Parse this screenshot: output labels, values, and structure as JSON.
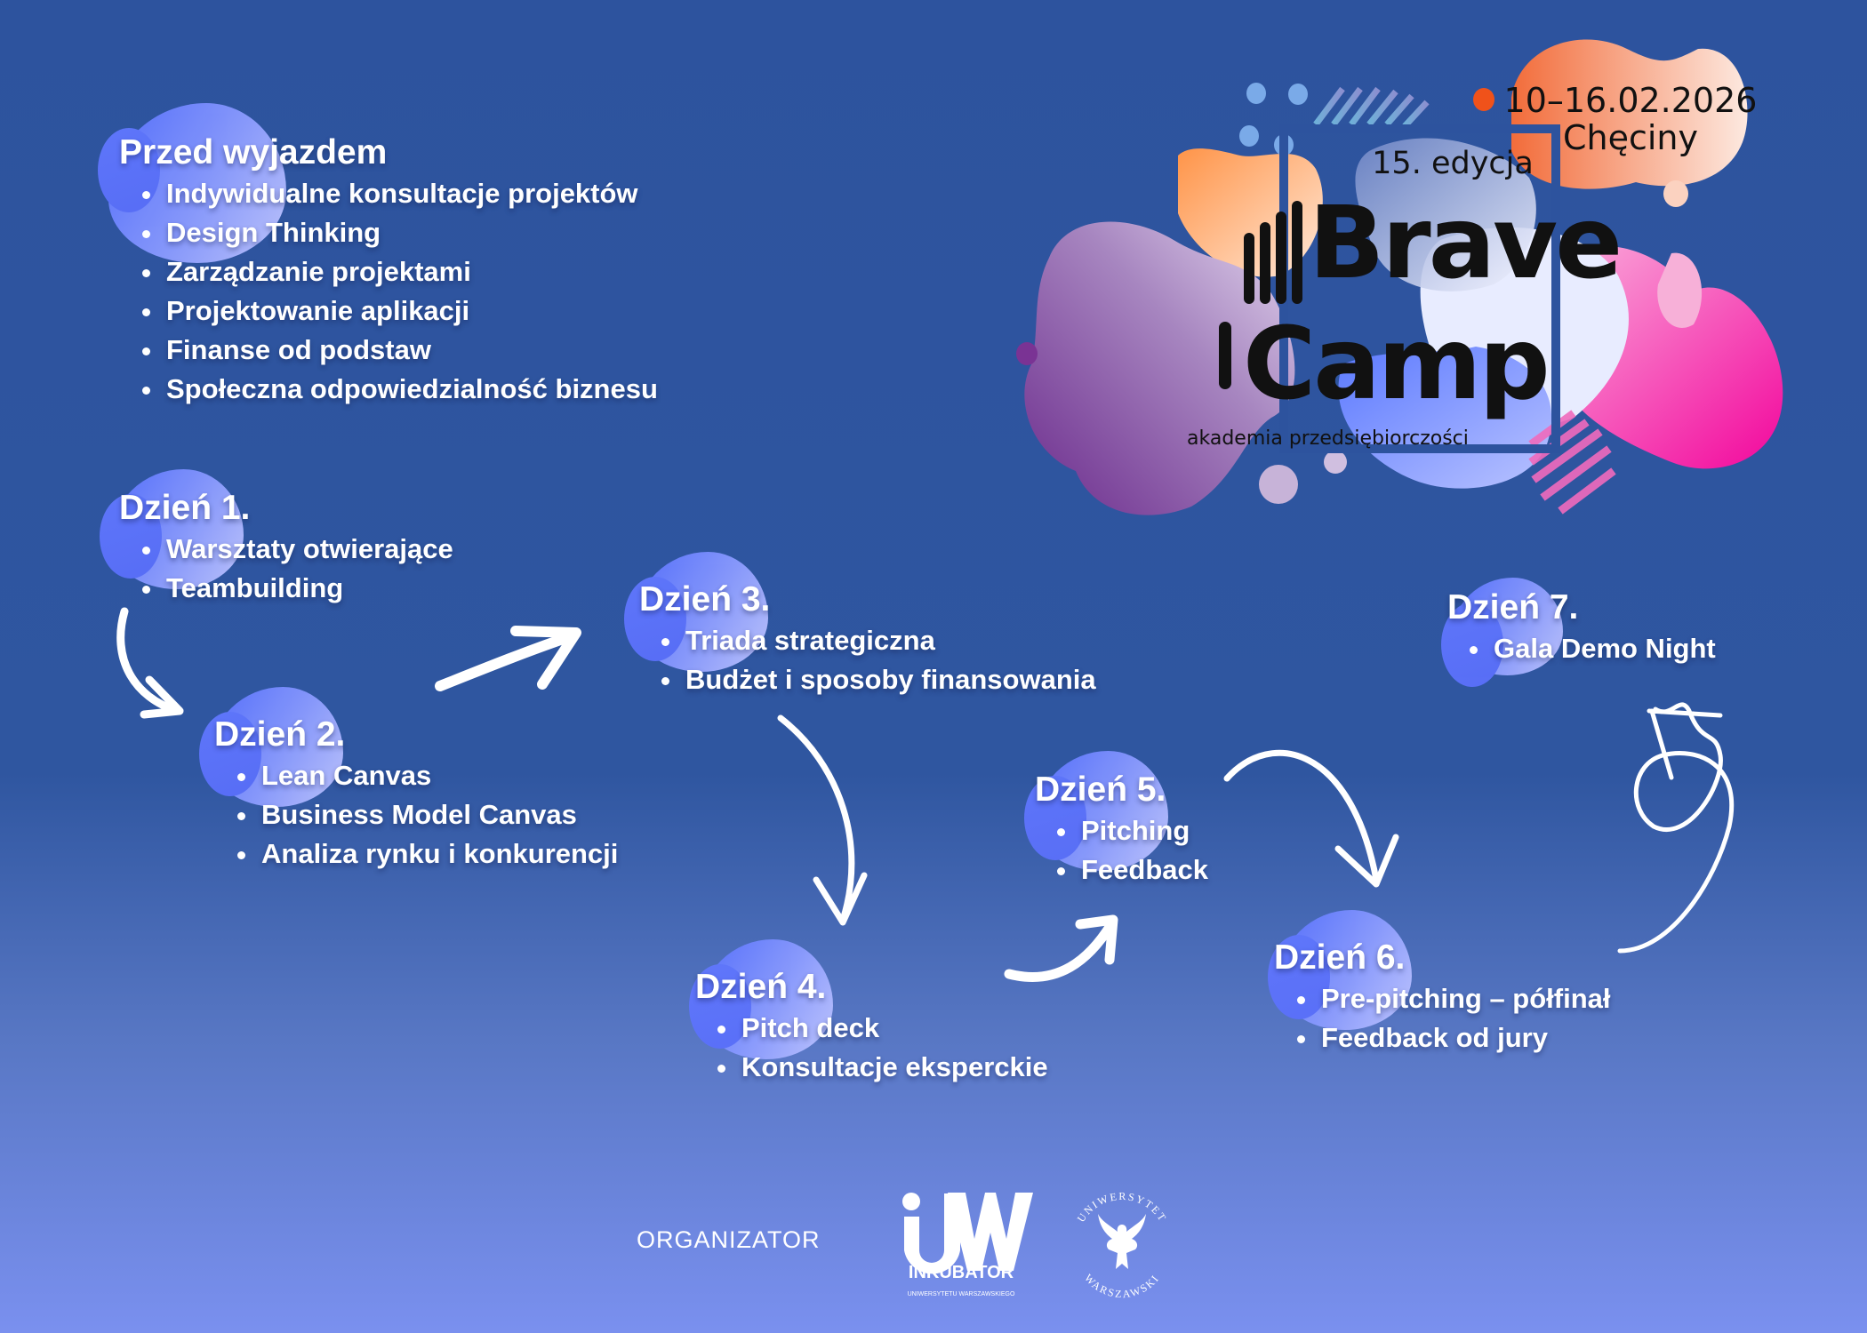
{
  "event": {
    "dates": "10–16.02.2026",
    "location": "Chęciny",
    "edition": "15. edycja",
    "logo_word1": "Brave",
    "logo_word2": "Camp",
    "tagline": "akademia przedsiębiorczości"
  },
  "schedule": [
    {
      "title": "Przed wyjazdem",
      "items": [
        "Indywidualne konsultacje projektów",
        "Design Thinking",
        "Zarządzanie projektami",
        "Projektowanie aplikacji",
        "Finanse od podstaw",
        "Społeczna odpowiedzialność biznesu"
      ]
    },
    {
      "title": "Dzień 1.",
      "items": [
        "Warsztaty otwierające",
        "Teambuilding"
      ]
    },
    {
      "title": "Dzień 2.",
      "items": [
        "Lean Canvas",
        "Business Model Canvas",
        "Analiza rynku i konkurencji"
      ]
    },
    {
      "title": "Dzień 3.",
      "items": [
        "Triada strategiczna",
        "Budżet i sposoby finansowania"
      ]
    },
    {
      "title": "Dzień 4.",
      "items": [
        "Pitch deck",
        "Konsultacje eksperckie"
      ]
    },
    {
      "title": "Dzień 5.",
      "items": [
        "Pitching",
        "Feedback"
      ]
    },
    {
      "title": "Dzień 6.",
      "items": [
        "Pre-pitching – półfinał",
        "Feedback od jury"
      ]
    },
    {
      "title": "Dzień 7.",
      "items": [
        "Gala Demo Night"
      ]
    }
  ],
  "footer": {
    "organizer_label": "ORGANIZATOR",
    "inkubator_logo": "iUW",
    "inkubator_name": "INKUBATOR",
    "inkubator_sub": "UNIWERSYTETU WARSZAWSKIEGO",
    "university_seal_top": "UNIWERSYTET",
    "university_seal_bottom": "WARSZAWSKI"
  },
  "colors": {
    "background_top": "#2d539e",
    "background_bottom": "#7a90ef",
    "accent_orange": "#f47a45",
    "accent_pink": "#f20ea0",
    "text": "#ffffff"
  }
}
